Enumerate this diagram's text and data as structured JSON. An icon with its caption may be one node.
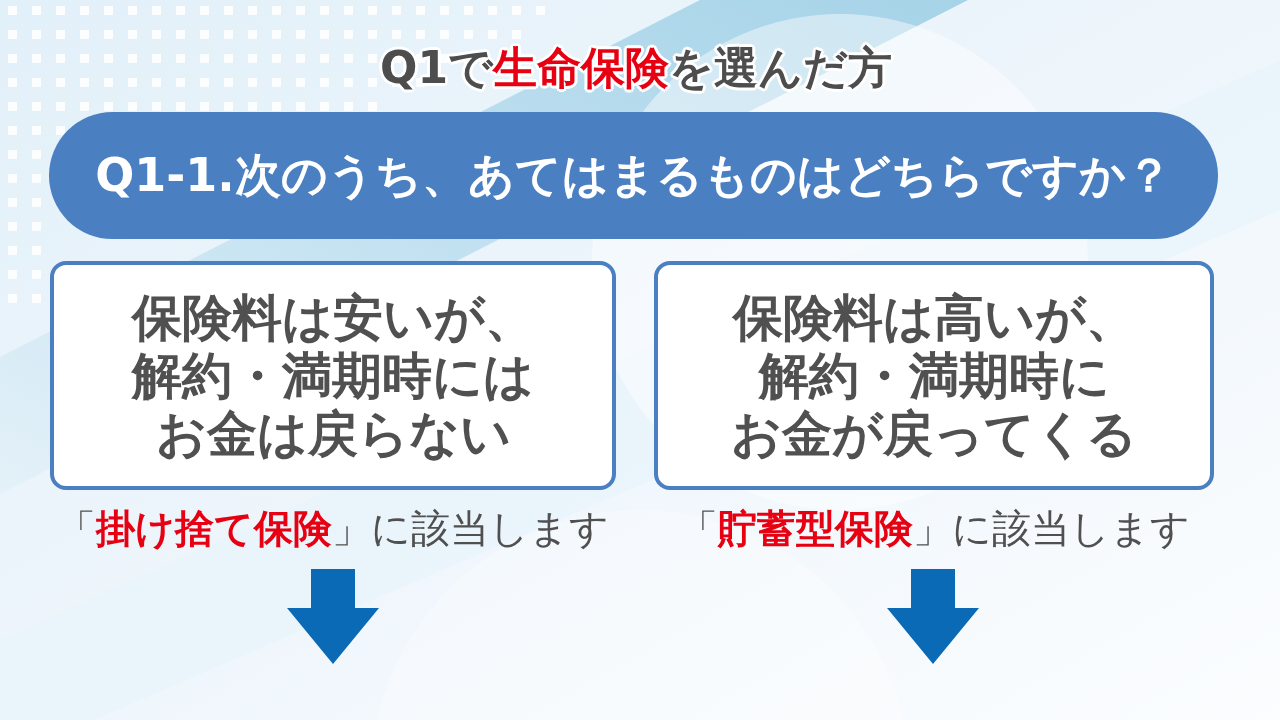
{
  "diagram": {
    "title": "Q1で**生命保険**を選んだ方",
    "nodes": [
      {
        "text": [
          "Q1-1.次のうち、あてはまるものはどちらですか？"
        ]
      },
      {
        "text": [
          "保険料は安いが、解約・満期時にはお金は戻らない"
        ],
        "beside": [
          "「**掛け捨て保険**」に該当します"
        ]
      },
      {
        "text": [
          "保険料は高いが、解約・満期時にお金が戻ってくる"
        ],
        "beside": [
          "「**貯蓄型保険**」に該当します"
        ]
      }
    ]
  }
}
